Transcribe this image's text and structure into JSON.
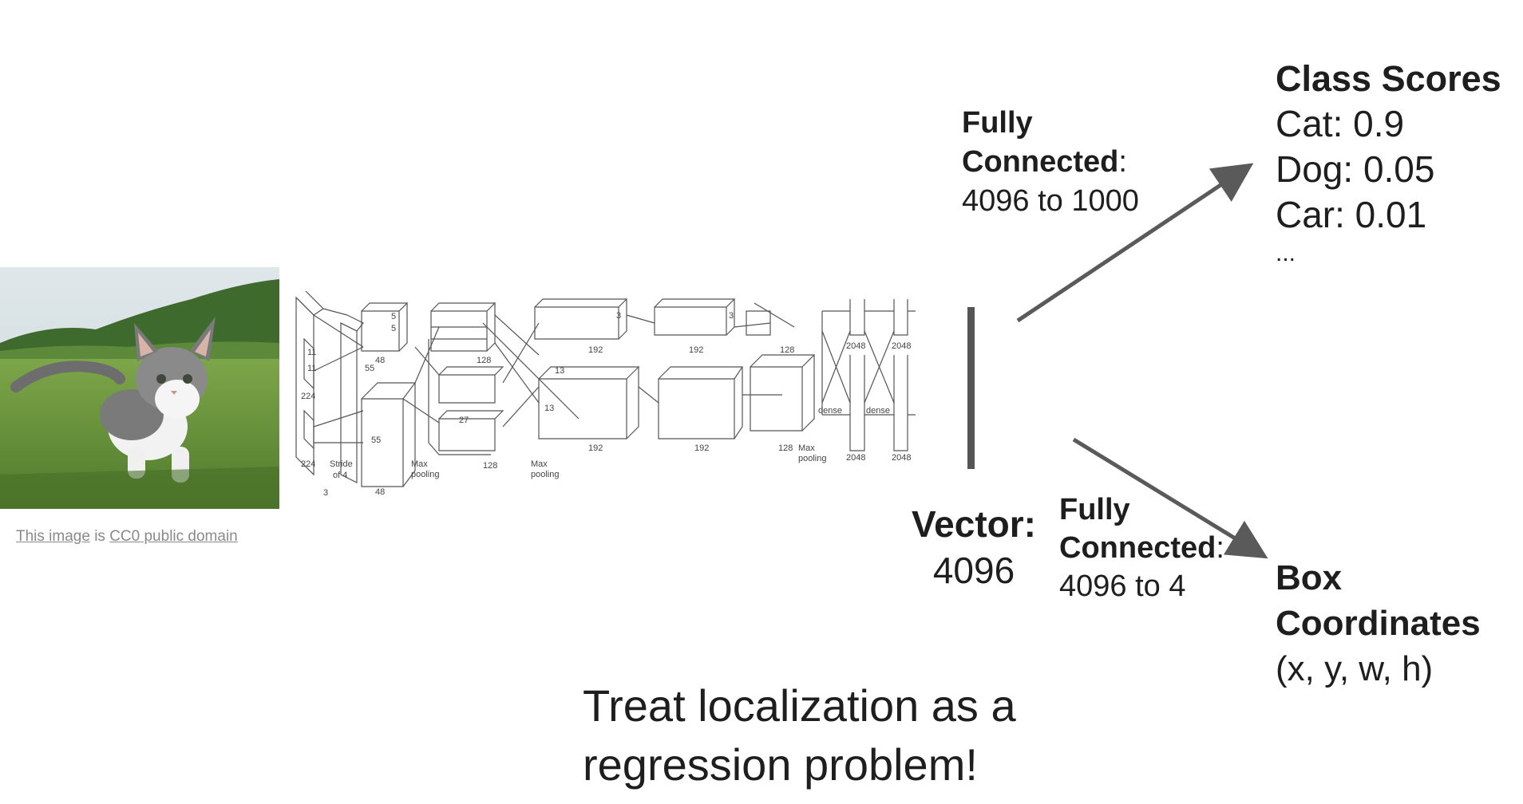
{
  "credit": {
    "link1": "This image",
    "mid": " is ",
    "link2": "CC0 public domain"
  },
  "fc_top": {
    "line1": "Fully",
    "line2": "Connected",
    "colon": ":",
    "line3": "4096 to 1000"
  },
  "class_scores": {
    "title": "Class Scores",
    "items": [
      "Cat: 0.9",
      "Dog: 0.05",
      "Car: 0.01",
      "..."
    ]
  },
  "vector": {
    "label": "Vector:",
    "value": "4096"
  },
  "fc_bottom": {
    "line1": "Fully",
    "line2": "Connected",
    "colon": ":",
    "line3": "4096 to 4"
  },
  "box": {
    "line1": "Box",
    "line2": "Coordinates",
    "line3": "(x, y, w, h)"
  },
  "caption": {
    "line1": "Treat localization as a",
    "line2": "regression problem!"
  },
  "network_labels": {
    "l224a": "224",
    "l224b": "224",
    "l11a": "11",
    "l11b": "11",
    "stride": "Stride",
    "of4": "of 4",
    "l3": "3",
    "l55a": "55",
    "l55b": "55",
    "l48a": "48",
    "l48b": "48",
    "l5a": "5",
    "l5b": "5",
    "maxpool1a": "Max",
    "maxpool1b": "pooling",
    "l27": "27",
    "l128a": "128",
    "l128b": "128",
    "maxpool2a": "Max",
    "maxpool2b": "pooling",
    "l13a": "13",
    "l13b": "13",
    "l192a": "192",
    "l192b": "192",
    "l192c": "192",
    "l192d": "192",
    "l128c": "128",
    "l128d": "128",
    "maxpool3a": "Max",
    "maxpool3b": "pooling",
    "dense1": "dense",
    "dense2": "dense",
    "l2048a": "2048",
    "l2048b": "2048",
    "l2048c": "2048",
    "l2048d": "2048",
    "l3a": "3",
    "l3b": "3"
  },
  "colors": {
    "arrow": "#5a5a5a",
    "vector_bar": "#555555",
    "text": "#1e1e1e"
  }
}
